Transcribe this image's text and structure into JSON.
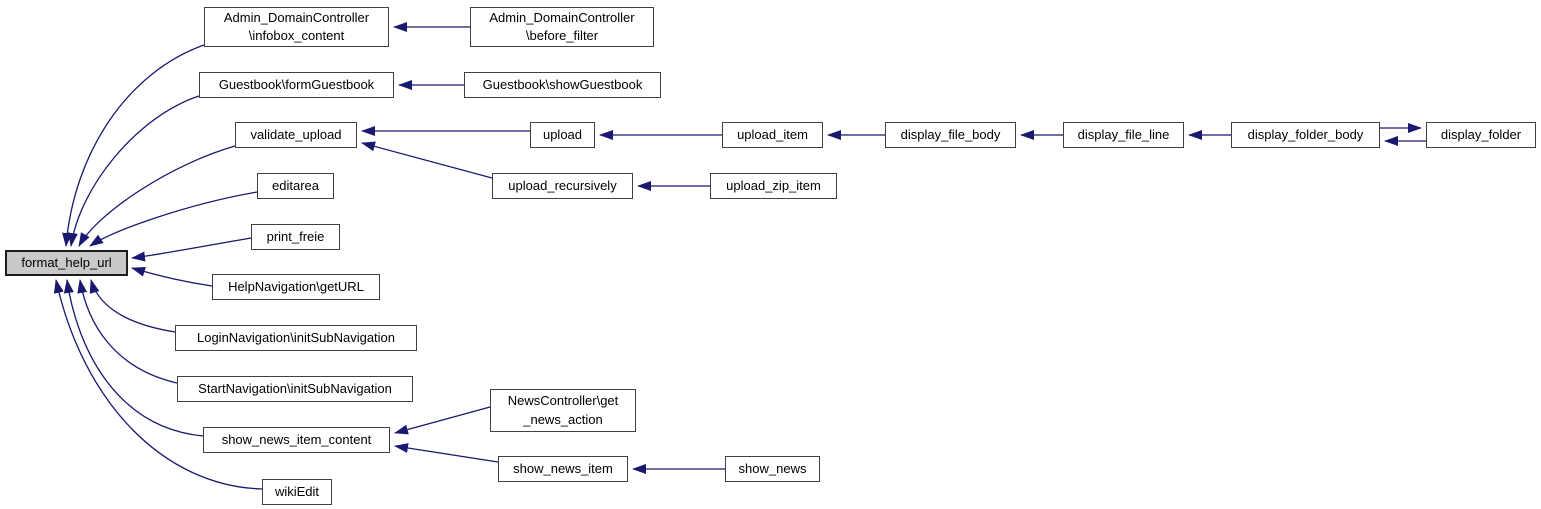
{
  "diagram": {
    "type": "call-graph",
    "root_function": "format_help_url",
    "colors": {
      "edge": "#191970",
      "node_border": "#404040",
      "node_fill": "#ffffff",
      "root_fill": "#c9c9c9",
      "text": "#000000",
      "background": "#ffffff"
    },
    "nodes": {
      "format_help_url": {
        "label": "format_help_url"
      },
      "admin_infobox_content": {
        "label": "Admin_DomainController\n\\infobox_content"
      },
      "admin_before_filter": {
        "label": "Admin_DomainController\n\\before_filter"
      },
      "guestbook_formguestbook": {
        "label": "Guestbook\\formGuestbook"
      },
      "guestbook_showguestbook": {
        "label": "Guestbook\\showGuestbook"
      },
      "validate_upload": {
        "label": "validate_upload"
      },
      "upload": {
        "label": "upload"
      },
      "upload_item": {
        "label": "upload_item"
      },
      "display_file_body": {
        "label": "display_file_body"
      },
      "display_file_line": {
        "label": "display_file_line"
      },
      "display_folder_body": {
        "label": "display_folder_body"
      },
      "display_folder": {
        "label": "display_folder"
      },
      "upload_recursively": {
        "label": "upload_recursively"
      },
      "upload_zip_item": {
        "label": "upload_zip_item"
      },
      "editarea": {
        "label": "editarea"
      },
      "print_freie": {
        "label": "print_freie"
      },
      "helpnavigation_geturl": {
        "label": "HelpNavigation\\getURL"
      },
      "loginnavigation_initsubnavigation": {
        "label": "LoginNavigation\\initSubNavigation"
      },
      "startnavigation_initsubnavigation": {
        "label": "StartNavigation\\initSubNavigation"
      },
      "newscontroller_get_news_action": {
        "label": "NewsController\\get\n_news_action"
      },
      "show_news_item_content": {
        "label": "show_news_item_content"
      },
      "show_news_item": {
        "label": "show_news_item"
      },
      "show_news": {
        "label": "show_news"
      },
      "wikiedit": {
        "label": "wikiEdit"
      }
    },
    "edges": [
      {
        "from": "admin_before_filter",
        "to": "admin_infobox_content"
      },
      {
        "from": "admin_infobox_content",
        "to": "format_help_url"
      },
      {
        "from": "guestbook_showguestbook",
        "to": "guestbook_formguestbook"
      },
      {
        "from": "guestbook_formguestbook",
        "to": "format_help_url"
      },
      {
        "from": "upload",
        "to": "validate_upload"
      },
      {
        "from": "upload_item",
        "to": "upload"
      },
      {
        "from": "display_file_body",
        "to": "upload_item"
      },
      {
        "from": "display_file_line",
        "to": "display_file_body"
      },
      {
        "from": "display_folder_body",
        "to": "display_file_line"
      },
      {
        "from": "display_folder_body",
        "to": "display_folder"
      },
      {
        "from": "display_folder",
        "to": "display_folder_body"
      },
      {
        "from": "upload_recursively",
        "to": "validate_upload"
      },
      {
        "from": "upload_zip_item",
        "to": "upload_recursively"
      },
      {
        "from": "validate_upload",
        "to": "format_help_url"
      },
      {
        "from": "editarea",
        "to": "format_help_url"
      },
      {
        "from": "print_freie",
        "to": "format_help_url"
      },
      {
        "from": "helpnavigation_geturl",
        "to": "format_help_url"
      },
      {
        "from": "loginnavigation_initsubnavigation",
        "to": "format_help_url"
      },
      {
        "from": "startnavigation_initsubnavigation",
        "to": "format_help_url"
      },
      {
        "from": "newscontroller_get_news_action",
        "to": "show_news_item_content"
      },
      {
        "from": "show_news_item",
        "to": "show_news_item_content"
      },
      {
        "from": "show_news",
        "to": "show_news_item"
      },
      {
        "from": "show_news_item_content",
        "to": "format_help_url"
      },
      {
        "from": "wikiedit",
        "to": "format_help_url"
      }
    ]
  }
}
